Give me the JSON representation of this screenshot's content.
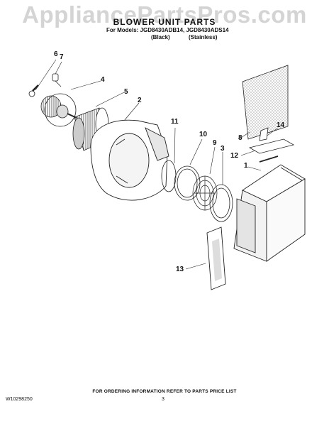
{
  "watermark": "AppliancePartsPros.com",
  "header": {
    "title": "BLOWER UNIT PARTS",
    "models_line": "For Models: JGD8430ADB14, JGD8430ADS14",
    "variants": [
      "(Black)",
      "(Stainless)"
    ]
  },
  "callouts": [
    "6",
    "7",
    "4",
    "5",
    "2",
    "11",
    "10",
    "9",
    "3",
    "8",
    "12",
    "14",
    "1",
    "13"
  ],
  "footer": {
    "ordering_note": "FOR ORDERING INFORMATION REFER TO PARTS PRICE LIST",
    "doc_number": "W10298250",
    "page_number": "3"
  },
  "colors": {
    "line": "#222222",
    "shade": "#bdbdbd",
    "watermark": "#d4d4d4"
  }
}
